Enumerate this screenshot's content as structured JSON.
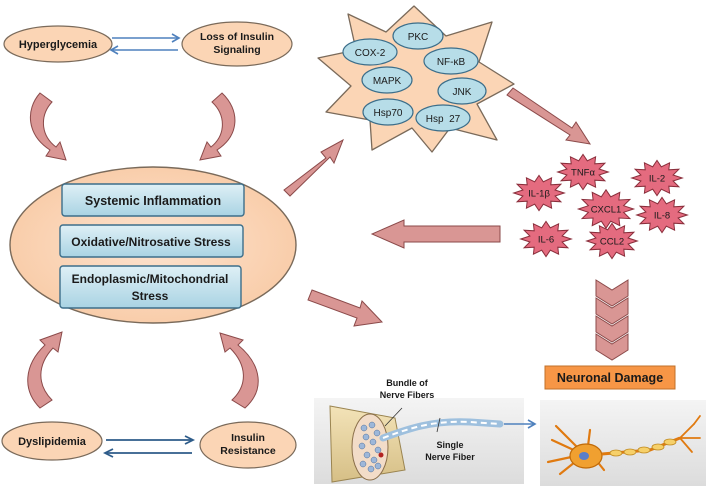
{
  "factors": {
    "hyperglycemia": "Hyperglycemia",
    "loss_insulin_line1": "Loss of Insulin",
    "loss_insulin_line2": "Signaling",
    "dyslipidemia": "Dyslipidemia",
    "insulin_resistance_line1": "Insulin",
    "insulin_resistance_line2": "Resistance"
  },
  "central": {
    "systemic_inflammation": "Systemic Inflammation",
    "oxidative_stress": "Oxidative/Nitrosative Stress",
    "er_mito_line1": "Endoplasmic/Mitochondrial",
    "er_mito_line2": "Stress"
  },
  "kinases": [
    "PKC",
    "COX-2",
    "NF-κB",
    "MAPK",
    "JNK",
    "Hsp70",
    "Hsp  27"
  ],
  "cytokines": [
    "TNFα",
    "IL-2",
    "IL-1β",
    "CXCL1",
    "IL-8",
    "IL-6",
    "CCL2"
  ],
  "outcome": {
    "neuronal_damage": "Neuronal Damage"
  },
  "nerve": {
    "bundle_line1": "Bundle of",
    "bundle_line2": "Nerve Fibers",
    "single_line1": "Single",
    "single_line2": "Nerve Fiber"
  },
  "colors": {
    "peach": "#fbd5b5",
    "peach_edge": "#7a6a5a",
    "light_blue": "#b7dde8",
    "blue_edge": "#3c6e8a",
    "arrow_fill": "#d99694",
    "arrow_edge": "#8b4a4a",
    "cytokine": "#e46b7f",
    "orange": "#f79646",
    "double_arrow": "#2e5c8a"
  }
}
